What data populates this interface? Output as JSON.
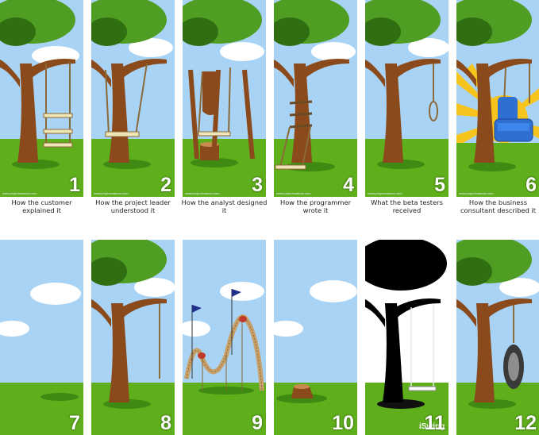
{
  "panels": [
    {
      "number": "1",
      "caption": "How the customer explained it"
    },
    {
      "number": "2",
      "caption": "How the project leader understood it"
    },
    {
      "number": "3",
      "caption": "How the analyst designed it"
    },
    {
      "number": "4",
      "caption": "How the programmer wrote it"
    },
    {
      "number": "5",
      "caption": "What the beta testers received"
    },
    {
      "number": "6",
      "caption": "How the business consultant described it"
    },
    {
      "number": "7"
    },
    {
      "number": "8"
    },
    {
      "number": "9"
    },
    {
      "number": "10"
    },
    {
      "number": "11",
      "brand": "iSwing"
    },
    {
      "number": "12"
    }
  ],
  "credit": "www.projectcartoon.com",
  "colors": {
    "sky": "#a9d3f4",
    "grass": "#5fae1b",
    "grass_dark": "#3f8a12",
    "trunk": "#8a4a1c",
    "trunk_dark": "#5e2f0e",
    "leaves": "#4f9d22",
    "leaves_dark": "#2f6f12",
    "sun": "#f7c31d",
    "chair": "#2e6fd1",
    "rope": "#8b6a3a",
    "seat": "#efe6b8"
  }
}
